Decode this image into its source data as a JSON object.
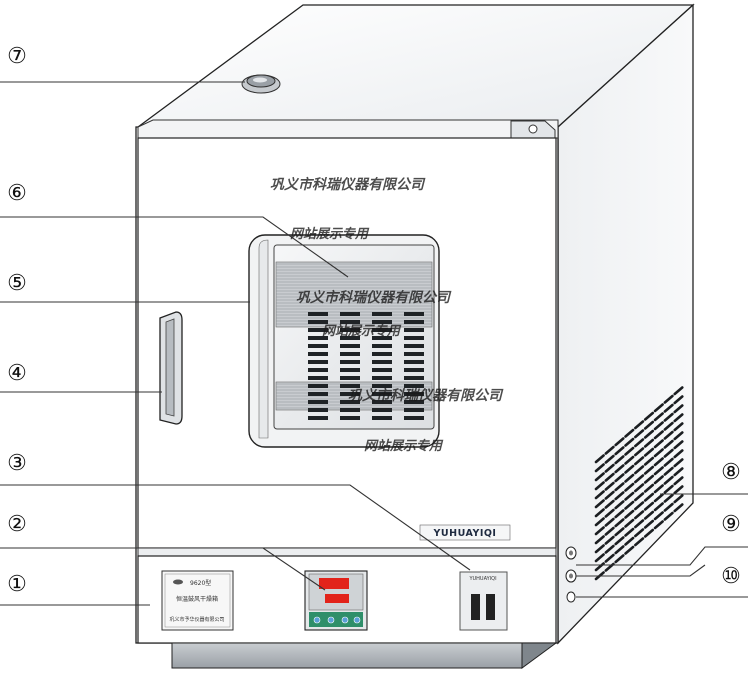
{
  "callouts": [
    {
      "label": "①",
      "desc": "1"
    },
    {
      "label": "②",
      "desc": "2"
    },
    {
      "label": "③",
      "desc": "3"
    },
    {
      "label": "④",
      "desc": "4"
    },
    {
      "label": "⑤",
      "desc": "5"
    },
    {
      "label": "⑥",
      "desc": "6"
    },
    {
      "label": "⑦",
      "desc": "7"
    },
    {
      "label": "⑧",
      "desc": "8"
    },
    {
      "label": "⑨",
      "desc": "9"
    },
    {
      "label": "⑩",
      "desc": "10"
    }
  ],
  "brand_plate": "YUHUAYIQI",
  "nameplate": {
    "model": "9620型",
    "title": "恒温鼓风干燥箱",
    "maker": "巩义市予华仪器有限公司"
  },
  "switch_label": "YUHUAYIQI",
  "watermarks": {
    "company": "巩义市科瑞仪器有限公司",
    "display": "网站展示专用"
  },
  "colors": {
    "display_bg": "#cfd3d6",
    "digit_red": "#e2231a",
    "keypad_green": "#2f8f6a",
    "button_blue": "#5aa0d8"
  }
}
